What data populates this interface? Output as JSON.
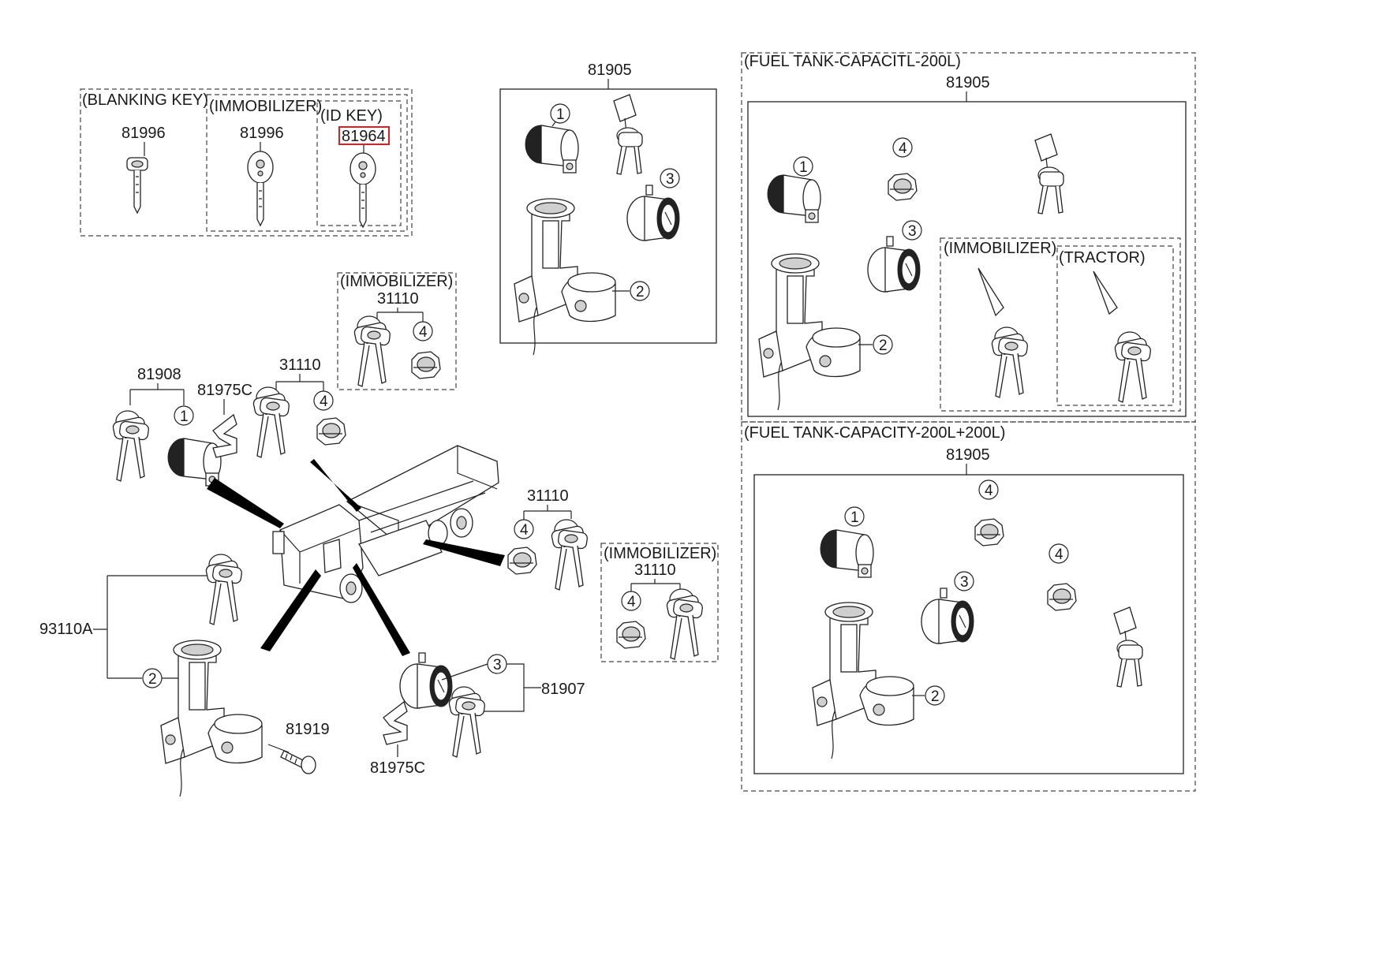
{
  "diagram": {
    "groups": {
      "blanking_key": "(BLANKING KEY)",
      "immobilizer": "(IMMOBILIZER)",
      "id_key": "(ID KEY)",
      "fuel_tank_200l": "(FUEL TANK-CAPACITL-200L)",
      "fuel_tank_200l_200l": "(FUEL TANK-CAPACITY-200L+200L)",
      "tractor": "(TRACTOR)"
    },
    "part_numbers": {
      "p81996": "81996",
      "p81964": "81964",
      "p81905": "81905",
      "p31110": "31110",
      "p81908": "81908",
      "p81975c": "81975C",
      "p93110a": "93110A",
      "p81919": "81919",
      "p81907": "81907"
    },
    "callouts": {
      "c1": "1",
      "c2": "2",
      "c3": "3",
      "c4": "4"
    },
    "highlight_color": "#e02020"
  }
}
